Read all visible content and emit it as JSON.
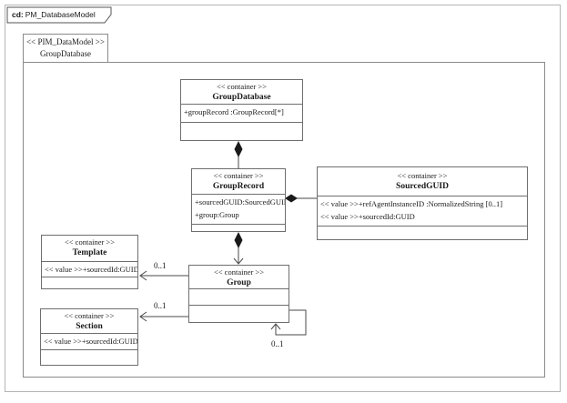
{
  "tab": {
    "prefix": "cd:",
    "title": "PM_DatabaseModel"
  },
  "frame": {
    "stereotype": "<< PIM_DataModel >>",
    "name": "GroupDatabase"
  },
  "classes": {
    "group_database": {
      "stereotype": "<< container >>",
      "name": "GroupDatabase",
      "attributes": [
        "+groupRecord :GroupRecord[*]"
      ]
    },
    "group_record": {
      "stereotype": "<< container >>",
      "name": "GroupRecord",
      "attributes": [
        "+sourcedGUID:SourcedGUID",
        "+group:Group"
      ]
    },
    "sourced_guid": {
      "stereotype": "<< container >>",
      "name": "SourcedGUID",
      "attributes": [
        "<< value >>+refAgentInstanceID :NormalizedString [0..1]",
        "<< value >>+sourcedId:GUID"
      ]
    },
    "template": {
      "stereotype": "<< container >>",
      "name": "Template",
      "attributes": [
        "<< value >>+sourcedId:GUID"
      ]
    },
    "group": {
      "stereotype": "<< container >>",
      "name": "Group",
      "attributes": []
    },
    "section": {
      "stereotype": "<< container >>",
      "name": "Section",
      "attributes": [
        "<< value >>+sourcedId:GUID"
      ]
    }
  },
  "relations": {
    "groupdatabase_grouprecord": {
      "type": "composition",
      "from": "GroupDatabase",
      "to": "GroupRecord"
    },
    "grouprecord_sourcedguid": {
      "type": "composition",
      "from": "GroupRecord",
      "to": "SourcedGUID"
    },
    "grouprecord_group": {
      "type": "composition-arrow",
      "from": "GroupRecord",
      "to": "Group"
    },
    "group_template": {
      "type": "association-arrow",
      "from": "Group",
      "to": "Template",
      "multiplicity": "0..1"
    },
    "group_section": {
      "type": "association-arrow",
      "from": "Group",
      "to": "Section",
      "multiplicity": "0..1"
    },
    "group_self": {
      "type": "association-arrow",
      "from": "Group",
      "to": "Group",
      "multiplicity": "0..1"
    }
  },
  "colors": {
    "line": "#4a4a4a",
    "box_border": "#6e6e6e",
    "text": "#1a1a1a"
  }
}
